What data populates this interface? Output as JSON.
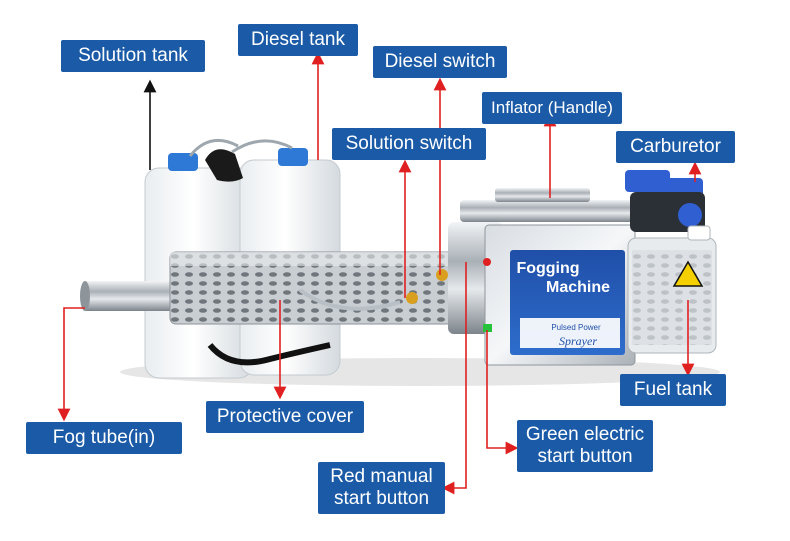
{
  "machine": {
    "brand_line1": "Fogging",
    "brand_line2": "Machine",
    "model_line": "Pulsed Power",
    "model_name": "Sprayer"
  },
  "labels": {
    "solution_tank": "Solution tank",
    "diesel_tank": "Diesel tank",
    "diesel_switch": "Diesel switch",
    "inflator": "Inflator (Handle)",
    "solution_switch": "Solution switch",
    "carburetor": "Carburetor",
    "fuel_tank": "Fuel tank",
    "fog_tube": "Fog tube(in)",
    "protective_cover": "Protective cover",
    "green_button": "Green electric\nstart button",
    "red_button": "Red manual\nstart button"
  },
  "colors": {
    "label_bg": "#1a5aa6",
    "arrow_red": "#e02020",
    "arrow_black": "#111111"
  }
}
